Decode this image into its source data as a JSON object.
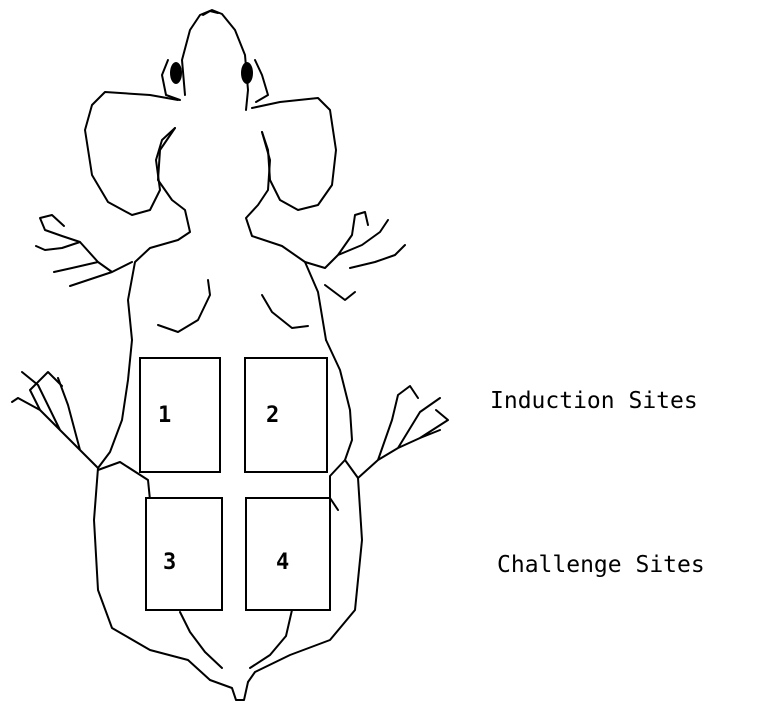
{
  "sites": [
    {
      "number": "1",
      "group": "induction"
    },
    {
      "number": "2",
      "group": "induction"
    },
    {
      "number": "3",
      "group": "challenge"
    },
    {
      "number": "4",
      "group": "challenge"
    }
  ],
  "legend": {
    "induction": "Induction Sites",
    "challenge": "Challenge Sites"
  }
}
